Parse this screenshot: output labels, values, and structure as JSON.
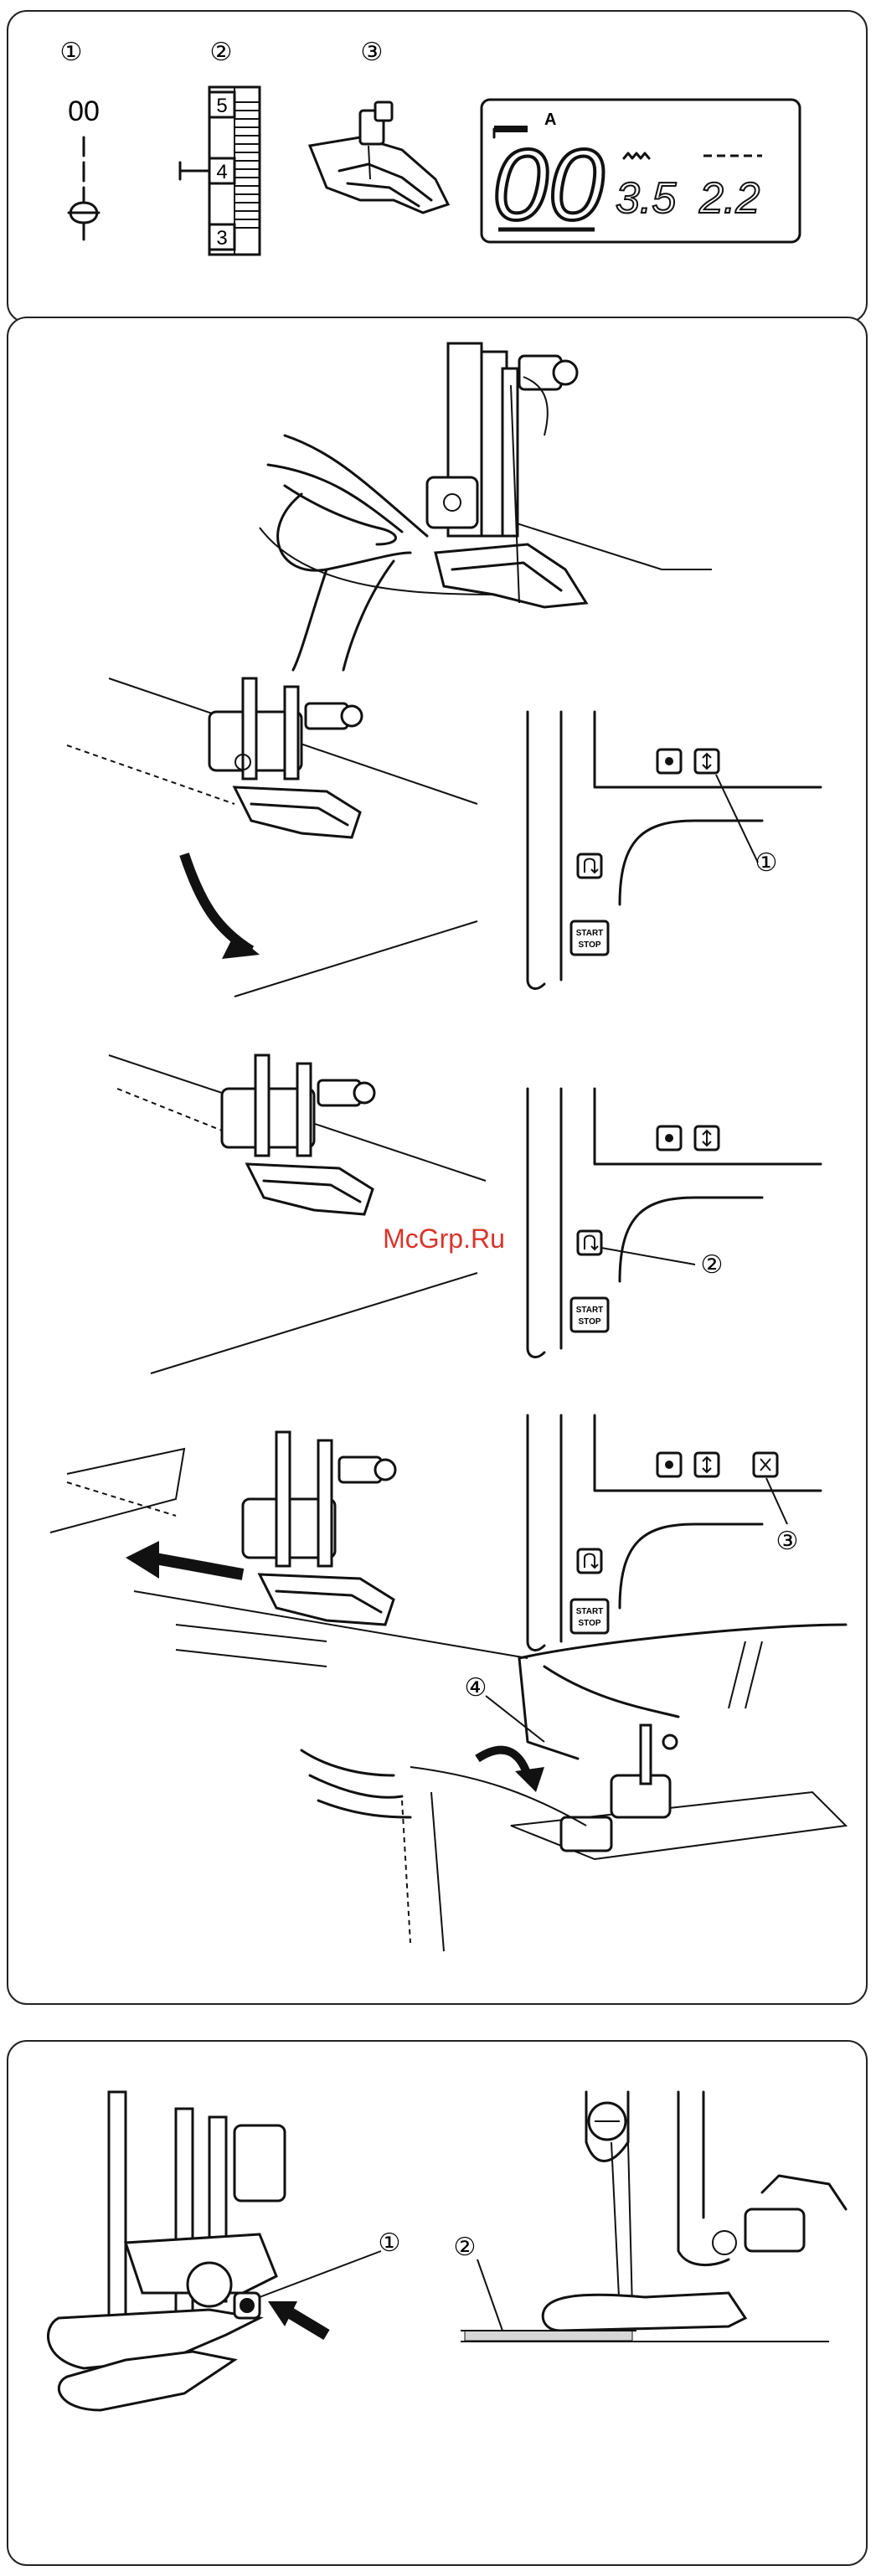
{
  "panel_top": {
    "markers": [
      "①",
      "②",
      "③"
    ],
    "pattern_number": "00",
    "dial_numbers": [
      "5",
      "4",
      "3"
    ],
    "lcd": {
      "mode_letter": "A",
      "pattern": "00",
      "width": "3.5",
      "length": "2.2"
    }
  },
  "panel_mid": {
    "buttons": {
      "start_stop_line1": "START",
      "start_stop_line2": "STOP"
    },
    "callouts": [
      "①",
      "②",
      "③",
      "④"
    ],
    "watermark": "McGrp.Ru"
  },
  "panel_bottom": {
    "callouts": [
      "①",
      "②"
    ]
  }
}
